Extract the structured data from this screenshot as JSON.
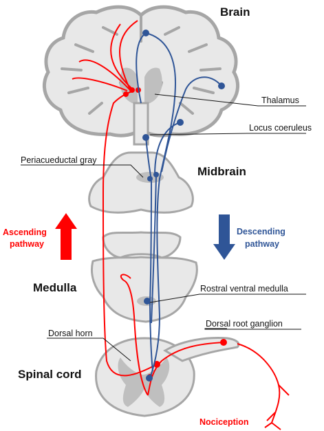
{
  "regions": {
    "brain": "Brain",
    "midbrain": "Midbrain",
    "medulla": "Medulla",
    "spinal_cord": "Spinal cord"
  },
  "labels": {
    "thalamus": "Thalamus",
    "locus_coeruleus": "Locus coeruleus",
    "periaqueductal_gray": "Periacueductal gray",
    "rostral_ventral_medulla": "Rostral ventral medulla",
    "dorsal_root_ganglion": "Dorsal root ganglion",
    "dorsal_horn": "Dorsal horn",
    "nociception": "Nociception"
  },
  "pathways": {
    "ascending": {
      "line1": "Ascending",
      "line2": "pathway",
      "color": "#ff0000"
    },
    "descending": {
      "line1": "Descending",
      "line2": "pathway",
      "color": "#2f5597"
    }
  },
  "colors": {
    "tissue_fill": "#e8e8e8",
    "tissue_stroke": "#a6a6a6",
    "gray_matter": "#bfbfbf",
    "ascending": "#ff0000",
    "descending": "#2f5597"
  }
}
